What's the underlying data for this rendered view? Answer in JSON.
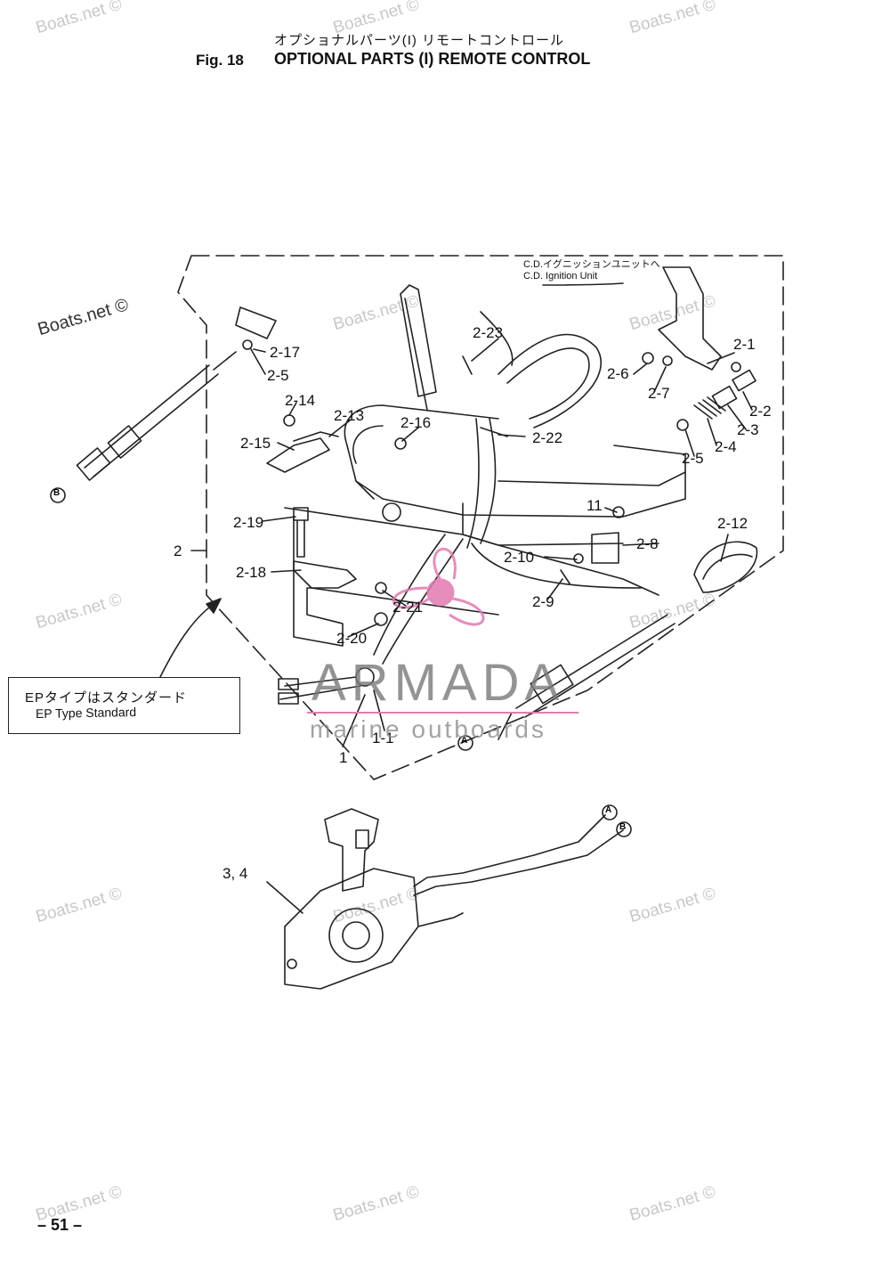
{
  "header": {
    "title_jp": "オプショナルパーツ(I) リモートコントロール",
    "fig_number": "Fig. 18",
    "title_en": "OPTIONAL PARTS (I) REMOTE CONTROL"
  },
  "callouts": {
    "cd_unit_jp": "C.D.イグニッションユニットへ",
    "cd_unit_en": "C.D. Ignition Unit"
  },
  "parts": {
    "p2_1": "2-1",
    "p2_2": "2-2",
    "p2_3": "2-3",
    "p2_4": "2-4",
    "p2_5a": "2-5",
    "p2_5b": "2-5",
    "p2_6": "2-6",
    "p2_7": "2-7",
    "p2_8": "2-8",
    "p2_9": "2-9",
    "p2_10": "2-10",
    "p2_12": "2-12",
    "p2_13": "2-13",
    "p2_14": "2-14",
    "p2_15": "2-15",
    "p2_16": "2-16",
    "p2_17": "2-17",
    "p2_18": "2-18",
    "p2_19": "2-19",
    "p2_20": "2-20",
    "p2_21": "2-21",
    "p2_22": "2-22",
    "p2_23": "2-23",
    "p2": "2",
    "p11": "11",
    "p1_1": "1-1",
    "p1": "1",
    "p3_4": "3, 4"
  },
  "markers": {
    "a1": "A",
    "a2": "A",
    "b1": "B",
    "b2": "B"
  },
  "note": {
    "jp": "EPタイプはスタンダード",
    "en": "EP Type Standard"
  },
  "watermarks": {
    "boats": "Boats.net ©",
    "armada": "ARMADA",
    "armada_sub": "marine outboards"
  },
  "page_number": "– 51 –"
}
